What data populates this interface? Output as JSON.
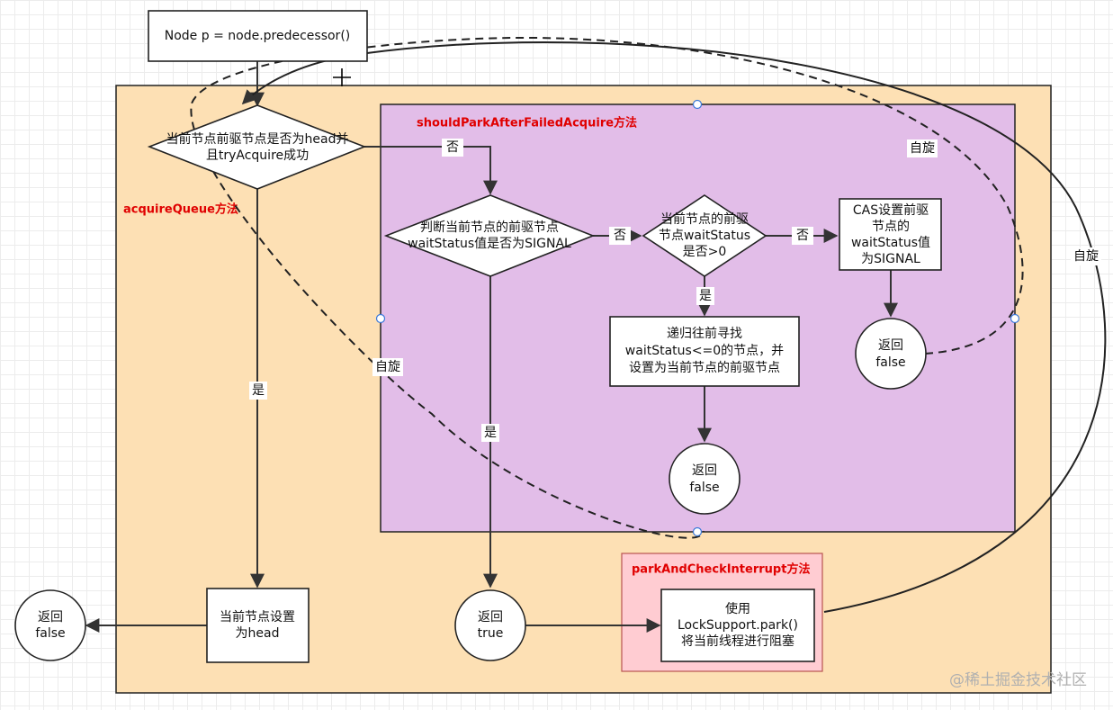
{
  "nodes": {
    "predecessor": "Node p = node.predecessor()",
    "decision_head": [
      "当前节点前驱节点是否为head并",
      "且tryAcquire成功"
    ],
    "decision_signal": [
      "判断当前节点的前驱节点",
      "waitStatus值是否为SIGNAL"
    ],
    "decision_gt0": [
      "当前节点的前驱",
      "节点waitStatus",
      "是否>0"
    ],
    "cas_set": [
      "CAS设置前驱",
      "节点的",
      "waitStatus值",
      "为SIGNAL"
    ],
    "recursive_find": [
      "递归往前寻找",
      "waitStatus<=0的节点，并",
      "设置为当前节点的前驱节点"
    ],
    "return_false_cas": [
      "返回",
      "false"
    ],
    "return_false_recursive": [
      "返回",
      "false"
    ],
    "set_head": [
      "当前节点设置",
      "为head"
    ],
    "return_false_outer": [
      "返回",
      "false"
    ],
    "return_true": [
      "返回",
      "true"
    ],
    "park": [
      "使用",
      "LockSupport.park()",
      "将当前线程进行阻塞"
    ]
  },
  "containers": {
    "acquire_queue": "acquireQueue方法",
    "should_park": "shouldParkAfterFailedAcquire方法",
    "park_check": "parkAndCheckInterrupt方法"
  },
  "edge_labels": {
    "no_1": "否",
    "no_2": "否",
    "no_3": "否",
    "yes_head": "是",
    "yes_signal": "是",
    "yes_gt0": "是",
    "spin_1": "自旋",
    "spin_2": "自旋",
    "spin_3": "自旋"
  },
  "watermark": "@稀土掘金技术社区",
  "colors": {
    "outer": "#fde0b4",
    "purple": "#e2bde8",
    "pink": "#ffccd2",
    "title_red": "#e00000"
  }
}
